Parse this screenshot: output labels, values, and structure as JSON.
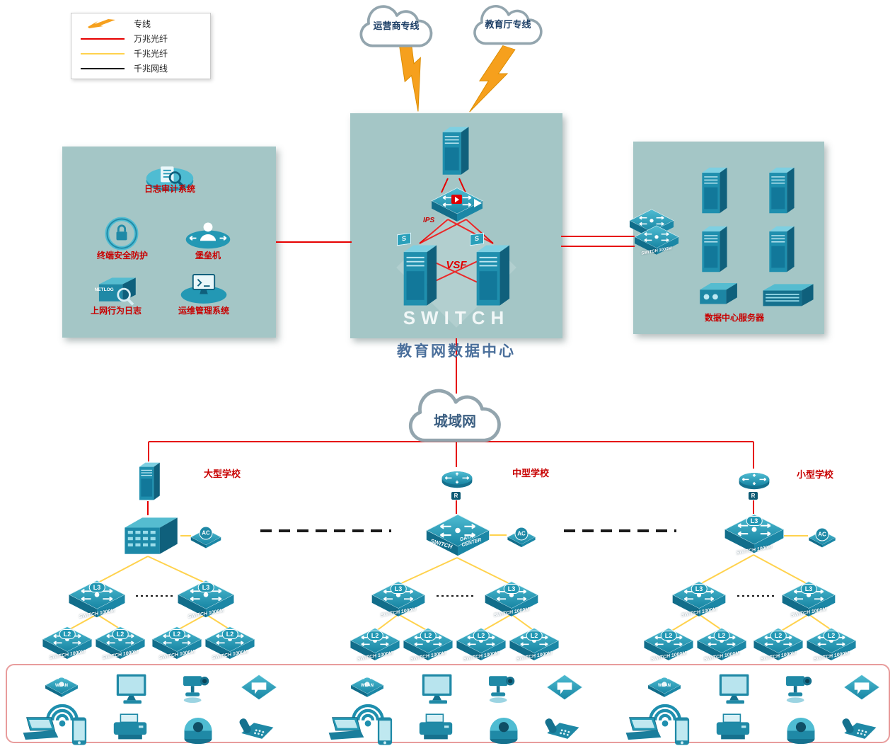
{
  "legend": {
    "items": [
      {
        "label": "专线"
      },
      {
        "label": "万兆光纤"
      },
      {
        "label": "千兆光纤"
      },
      {
        "label": "千兆网线"
      }
    ]
  },
  "clouds": {
    "carrier": "运营商专线",
    "education": "教育厅专线",
    "man": "城域网"
  },
  "datacenter": {
    "title": "教育网数据中心"
  },
  "labels": {
    "ips": "IPS",
    "vsf": "VSF",
    "switch": "SWITCH",
    "s": "S",
    "r": "R",
    "ac": "AC",
    "l3": "L3",
    "l2": "L2",
    "switch_1000m": "SWITCH 1000M",
    "switch_dc_line1": "SWITCH",
    "switch_dc_line2": "DATA CENTER",
    "wlan": "WLAN",
    "netlog": "NETLOG"
  },
  "left_panel": {
    "items": [
      "日志审计系统",
      "终端安全防护",
      "堡垒机",
      "上网行为日志",
      "运维管理系统"
    ]
  },
  "right_panel": {
    "title": "数据中心服务器"
  },
  "schools": [
    {
      "name": "大型学校"
    },
    {
      "name": "中型学校"
    },
    {
      "name": "小型学校"
    }
  ]
}
